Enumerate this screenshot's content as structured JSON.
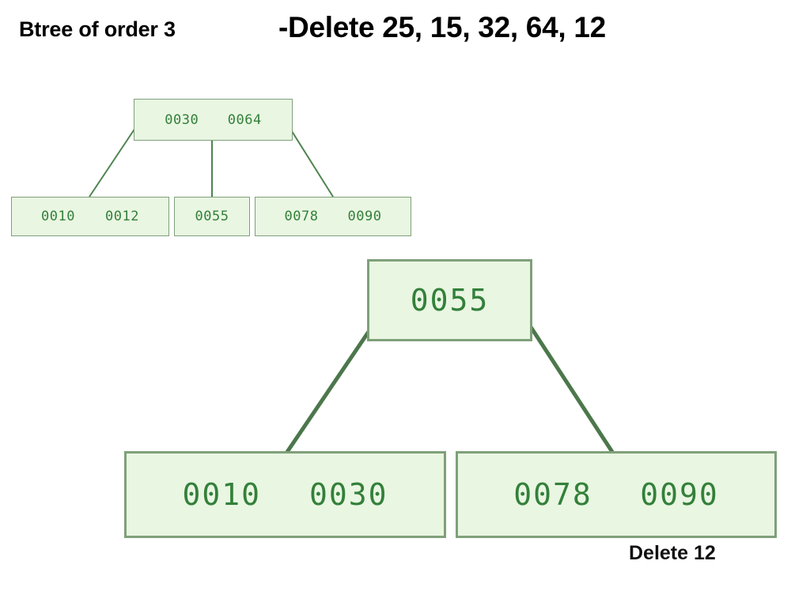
{
  "slide": {
    "heading_left": "Btree of order 3",
    "heading_right": "-Delete 25, 15, 32, 64, 12",
    "caption": "Delete 12",
    "colors": {
      "node_fill": "#e9f6e2",
      "node_border": "#7fa07a",
      "key_text": "#33803a",
      "edge": "#3f7a3f",
      "heading_text": "#000000",
      "background": "#ffffff"
    }
  },
  "tree_before": {
    "label": "btree-before-delete",
    "root": {
      "keys": [
        "0030",
        "0064"
      ]
    },
    "leaves": [
      {
        "keys": [
          "0010",
          "0012"
        ]
      },
      {
        "keys": [
          "0055"
        ]
      },
      {
        "keys": [
          "0078",
          "0090"
        ]
      }
    ]
  },
  "tree_after": {
    "label": "btree-after-delete",
    "root": {
      "keys": [
        "0055"
      ]
    },
    "leaves": [
      {
        "keys": [
          "0010",
          "0030"
        ]
      },
      {
        "keys": [
          "0078",
          "0090"
        ]
      }
    ]
  }
}
